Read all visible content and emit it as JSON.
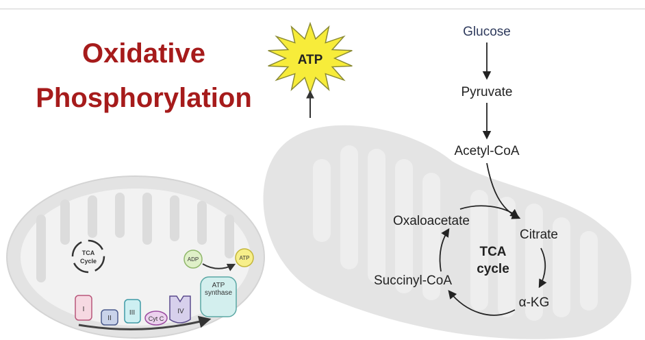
{
  "title": {
    "line1": "Oxidative",
    "line2": "Phosphorylation"
  },
  "atp_burst": {
    "label": "ATP",
    "color": "#f7ec3a"
  },
  "pathway": {
    "glucose": "Glucose",
    "pyruvate": "Pyruvate",
    "acetyl_coa": "Acetyl-CoA",
    "citrate": "Citrate",
    "alpha_kg": "α-KG",
    "succinyl_coa": "Succinyl-CoA",
    "oxaloacetate": "Oxaloacetate",
    "cycle_line1": "TCA",
    "cycle_line2": "cycle"
  },
  "mito_small": {
    "tca_line1": "TCA",
    "tca_line2": "Cycle",
    "complex_i": "I",
    "complex_ii": "II",
    "complex_iii": "III",
    "cyt_c": "Cyt C",
    "complex_iv": "IV",
    "adp": "ADP",
    "atp": "ATP",
    "synthase_line1": "ATP",
    "synthase_line2": "synthase"
  },
  "colors": {
    "title": "#a61b1b",
    "mito_fill": "#e3e3e3",
    "complex_i": "#f6d9e2",
    "complex_ii": "#c9d3ea",
    "complex_iii": "#cdeff2",
    "cyt_c": "#ecd2ee",
    "complex_iv": "#d7d0ec",
    "adp": "#dff0c8",
    "atp": "#f7ef8a",
    "synthase": "#d3efee"
  }
}
